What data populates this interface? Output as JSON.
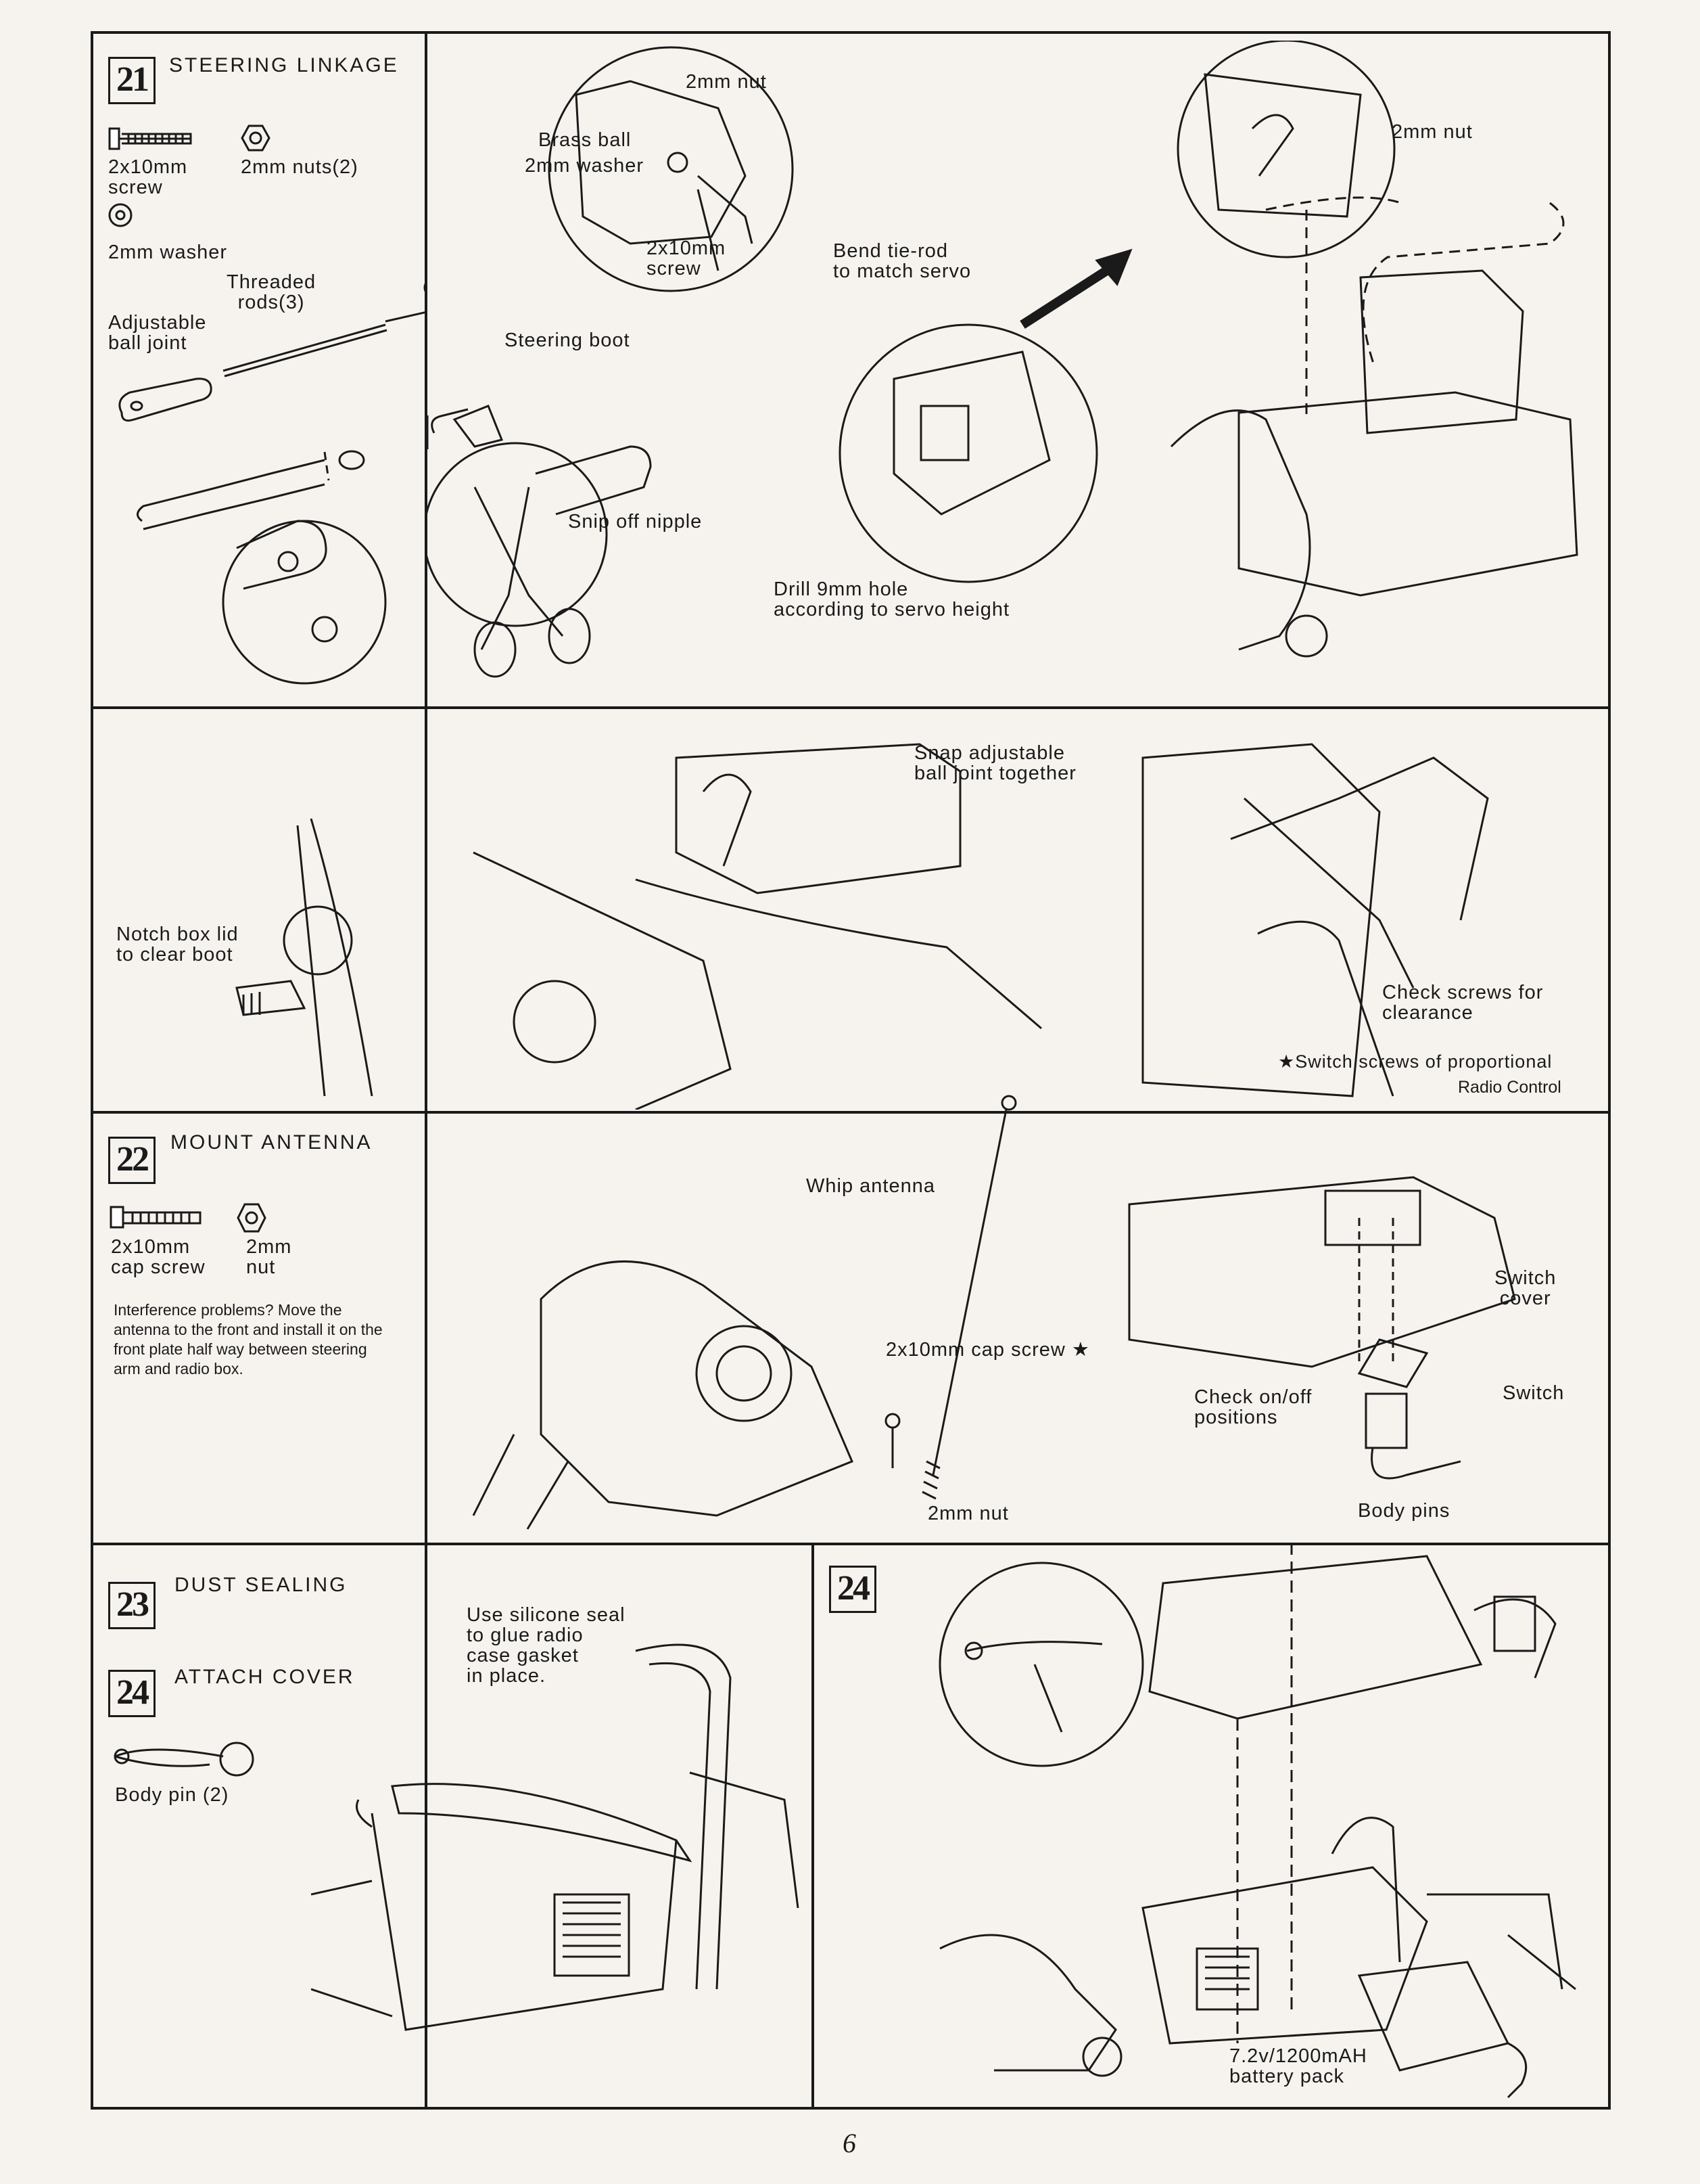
{
  "page_number": "6",
  "steps": {
    "s21": {
      "number": "21",
      "title": "STEERING LINKAGE"
    },
    "s22": {
      "number": "22",
      "title": "MOUNT ANTENNA"
    },
    "s23": {
      "number": "23",
      "title": "DUST SEALING"
    },
    "s24": {
      "number": "24",
      "title": "ATTACH COVER"
    },
    "s24b": {
      "number": "24"
    }
  },
  "parts": {
    "screw_2x10": "2x10mm\nscrew",
    "nuts_2mm": "2mm nuts(2)",
    "washer_2mm": "2mm washer",
    "cap_screw": "2x10mm\ncap screw",
    "nut_2mm": "2mm\nnut",
    "body_pin": "Body pin (2)"
  },
  "labels": {
    "threaded_rods": "Threaded\nrods(3)",
    "adjustable_ball_joint": "Adjustable\nball joint",
    "steering_boot": "Steering boot",
    "snip_off_nipple": "Snip off nipple",
    "two_mm_nut_top": "2mm nut",
    "brass_ball": "Brass ball",
    "two_mm_washer": "2mm washer",
    "screw_detail": "2x10mm\nscrew",
    "bend_tie_rod": "Bend tie-rod\nto match servo",
    "drill_hole": "Drill 9mm hole\naccording to servo height",
    "two_mm_nut_right": "2mm nut",
    "notch_box_lid": "Notch box lid\nto clear boot",
    "snap_ball_joint": "Snap adjustable\nball joint together",
    "check_screws": "Check screws for\nclearance",
    "switch_screws": "★Switch screws of proportional",
    "radio_control": "Radio Control",
    "interference_note": "Interference problems? Move the antenna to the front and install it on the front plate half way between steering arm and radio box.",
    "whip_antenna": "Whip antenna",
    "cap_screw_star": "2x10mm cap screw ★",
    "two_mm_nut_antenna": "2mm nut",
    "switch_cover": "Switch\ncover",
    "switch": "Switch",
    "check_onoff": "Check on/off\npositions",
    "silicone_seal": "Use silicone seal\nto glue radio\ncase gasket\nin place.",
    "body_pins": "Body pins",
    "battery_pack": "7.2v/1200mAH\nbattery pack"
  }
}
